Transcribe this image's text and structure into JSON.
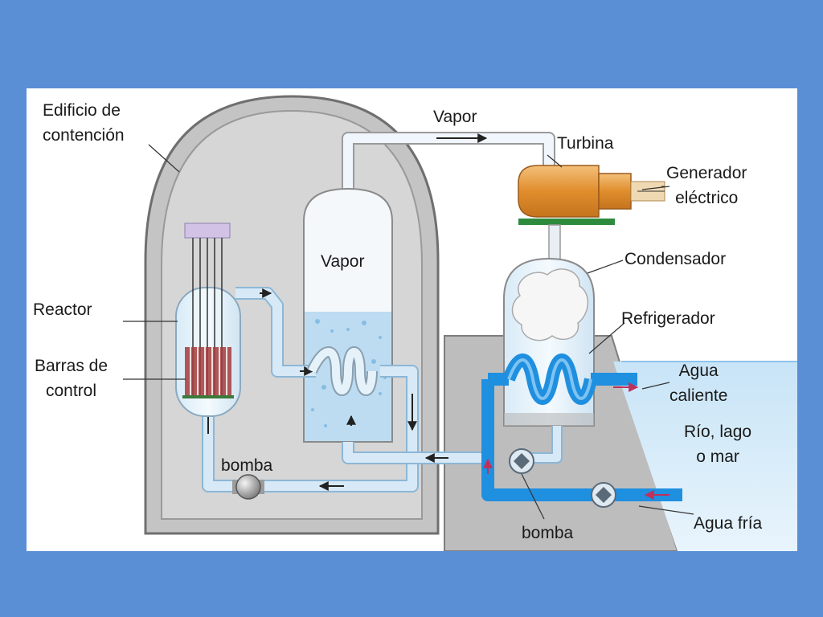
{
  "labels": {
    "edificio_line1": "Edificio de",
    "edificio_line2": "contención",
    "vapor_top": "Vapor",
    "turbina": "Turbina",
    "generador_line1": "Generador",
    "generador_line2": "eléctrico",
    "vapor_inside": "Vapor",
    "condensador": "Condensador",
    "reactor": "Reactor",
    "refrigerador": "Refrigerador",
    "barras_line1": "Barras de",
    "barras_line2": "control",
    "agua_caliente_line1": "Agua",
    "agua_caliente_line2": "caliente",
    "rio_line1": "Río, lago",
    "rio_line2": "o mar",
    "bomba_left": "bomba",
    "bomba_bottom": "bomba",
    "agua_fria": "Agua fría"
  },
  "colors": {
    "background": "#5a8fd6",
    "panel": "#ffffff",
    "containment": "#c9c9c9",
    "light_pipe": "#cfe3f2",
    "cooling_pipe": "#1f8fe0",
    "turbine": "#e59a3d",
    "water": "#b5d8f2"
  }
}
